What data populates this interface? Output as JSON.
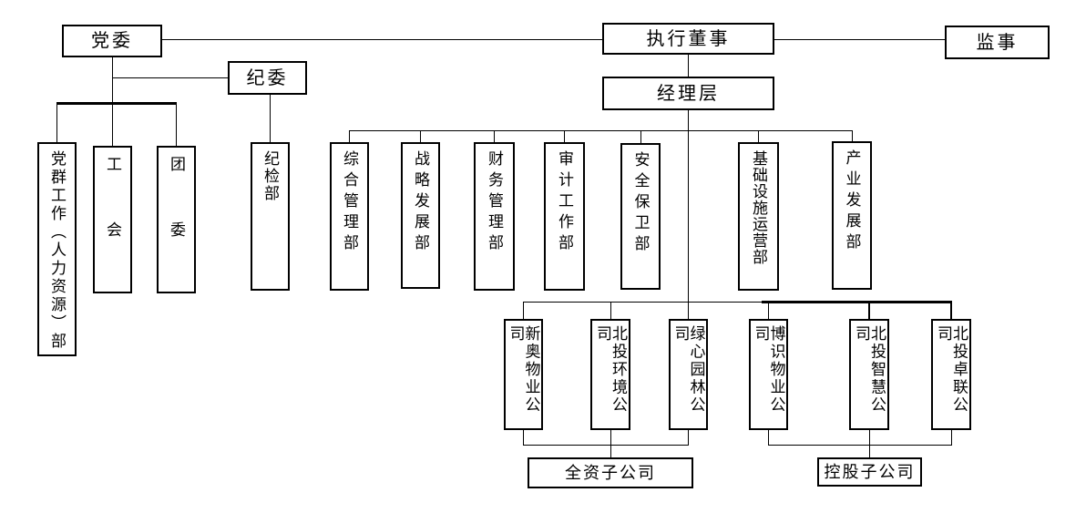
{
  "colors": {
    "background": "#ffffff",
    "line": "#000000",
    "box_border": "#000000",
    "text": "#000000"
  },
  "org_chart": {
    "governance": {
      "party_committee": "党委",
      "executive_director": "执行董事",
      "supervisor": "监事",
      "discipline_committee": "纪委",
      "management_team": "经理层"
    },
    "party_organs": [
      {
        "label": "党群工作（人力资源）部"
      },
      {
        "label": "工会"
      },
      {
        "label": "团委"
      },
      {
        "label": "纪检部"
      }
    ],
    "departments": [
      {
        "label": "综合管理部"
      },
      {
        "label": "战略发展部"
      },
      {
        "label": "财务管理部"
      },
      {
        "label": "审计工作部"
      },
      {
        "label": "安全保卫部"
      },
      {
        "label": "基础设施运营部"
      },
      {
        "label": "产业发展部"
      }
    ],
    "wholly_owned": {
      "group_label": "全资子公司",
      "companies": [
        {
          "label": "新奥物业公司"
        },
        {
          "label": "北投环境公司"
        },
        {
          "label": "绿心园林公司"
        }
      ]
    },
    "holding": {
      "group_label": "控股子公司",
      "companies": [
        {
          "label": "博识物业公司"
        },
        {
          "label": "北投智慧公司"
        },
        {
          "label": "北投卓联公司"
        }
      ]
    }
  }
}
